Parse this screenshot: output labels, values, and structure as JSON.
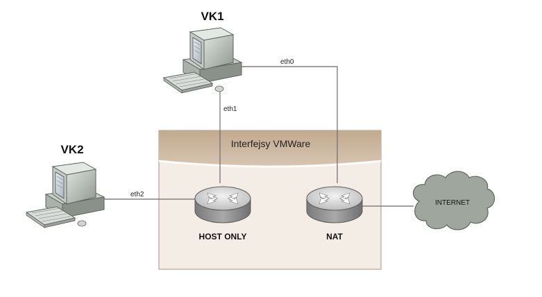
{
  "hosts": {
    "vk1": {
      "label": "VK1"
    },
    "vk2": {
      "label": "VK2"
    }
  },
  "interfaces": {
    "eth0": "eth0",
    "eth1": "eth1",
    "eth2": "eth2"
  },
  "vmware_box": {
    "title": "Interfejsy VMWare"
  },
  "devices": {
    "host_only": {
      "label": "HOST ONLY"
    },
    "nat": {
      "label": "NAT"
    }
  },
  "cloud": {
    "label": "INTERNET"
  },
  "colors": {
    "line": "#6b6b6b",
    "box_fill": "#f2ebe3",
    "box_top": "#c4ad94",
    "box_border": "#b9aa98",
    "cloud_fill": "#9da59c",
    "router_top": "#d8d8d8",
    "router_side": "#8d8d8d"
  }
}
